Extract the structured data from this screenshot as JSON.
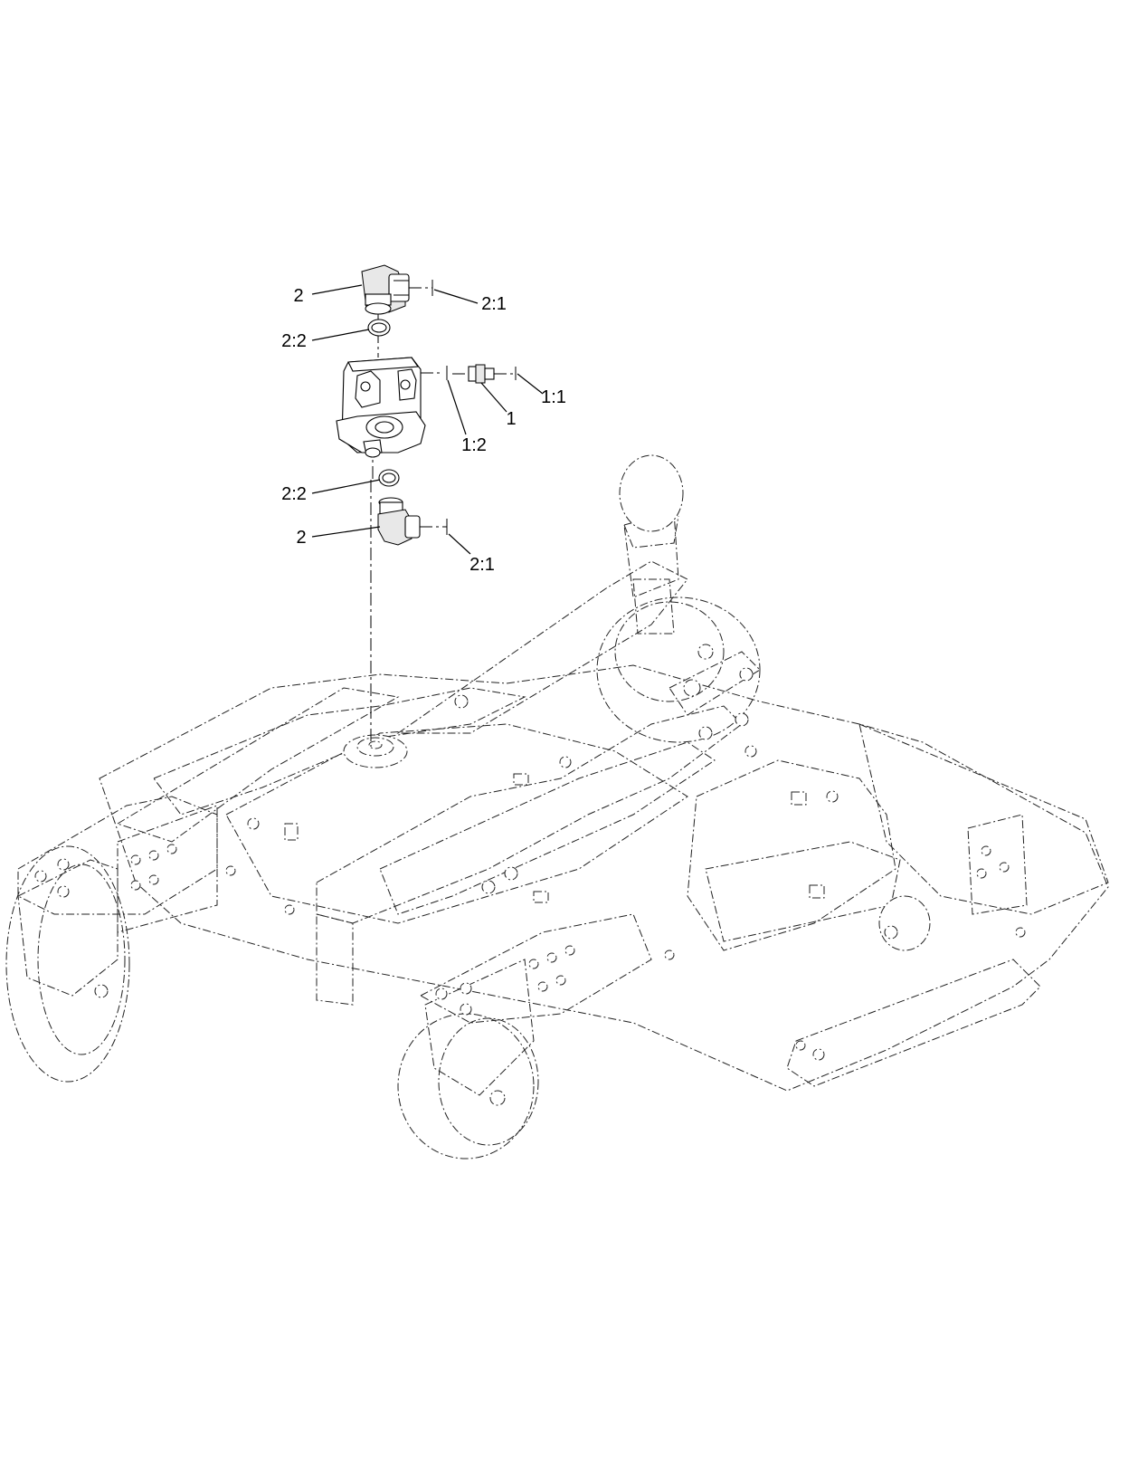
{
  "callouts": {
    "c1": "2",
    "c2": "2:1",
    "c3": "2:2",
    "c4": "1:1",
    "c5": "1",
    "c6": "1:2",
    "c7": "2:2",
    "c8": "2",
    "c9": "2:1"
  },
  "parts": {
    "upper_elbow": "elbow-fitting",
    "lower_elbow": "elbow-fitting",
    "motor": "hydraulic-motor",
    "straight_fitting": "straight-fitting",
    "upper_oring": "o-ring",
    "lower_oring": "o-ring"
  }
}
